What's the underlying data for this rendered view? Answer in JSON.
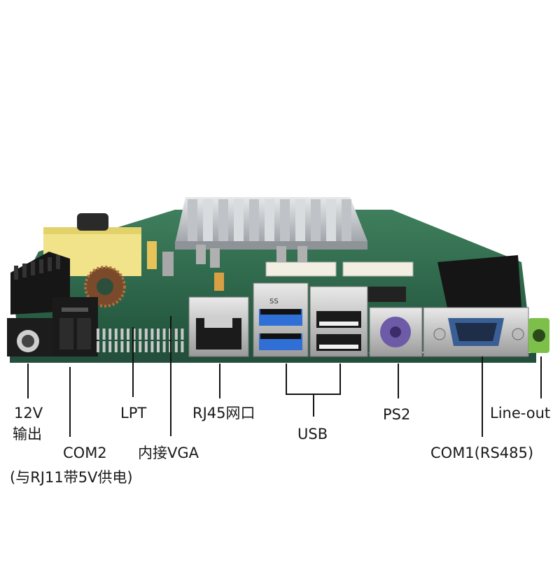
{
  "labels": {
    "power_12v_line1": "12V",
    "power_12v_line2": "输出",
    "com2": "COM2",
    "com2_note": "(与RJ11带5V供电)",
    "lpt": "LPT",
    "vga": "内接VGA",
    "rj45": "RJ45网口",
    "usb": "USB",
    "ps2": "PS2",
    "com1": "COM1(RS485)",
    "line_out": "Line-out"
  },
  "port_markings": {
    "usb3_logo": "SS"
  },
  "colors": {
    "pcb": "#2d6b4e",
    "heatsink": "#c9ccd0",
    "usb3_blue": "#2f6fd6",
    "ps2_purple": "#6d5ba8",
    "com_blue": "#3a5f95",
    "audio_green": "#7cc04a",
    "transformer_yellow": "#f1e38a",
    "connector_black": "#1b1b1b"
  }
}
